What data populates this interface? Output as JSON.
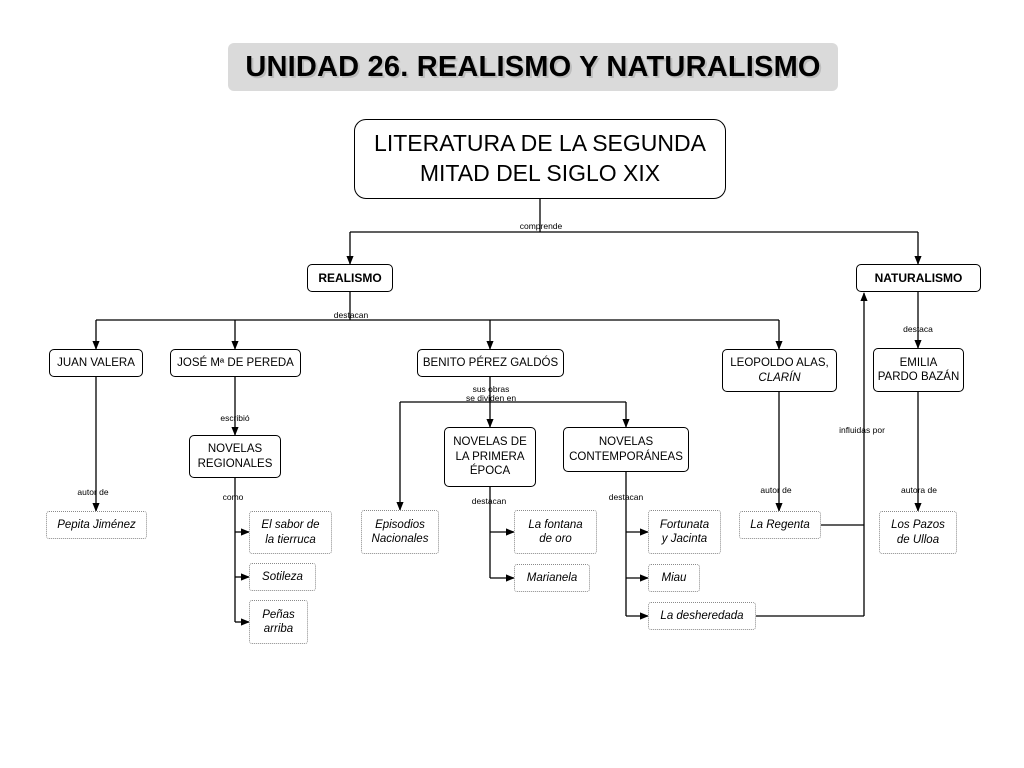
{
  "title": "UNIDAD 26. REALISMO Y NATURALISMO",
  "root": [
    "LITERATURA DE LA SEGUNDA",
    "MITAD DEL SIGLO XIX"
  ],
  "categories": {
    "realismo": "REALISMO",
    "naturalismo": "NATURALISMO"
  },
  "authors": {
    "valera": [
      "JUAN VALERA"
    ],
    "pereda": [
      "JOSÉ Mª DE PEREDA"
    ],
    "galdos": [
      "BENITO PÉREZ GALDÓS"
    ],
    "clarin": [
      "LEOPOLDO ALAS,",
      "CLARÍN"
    ],
    "pardo_bazan": [
      "EMILIA",
      "PARDO BAZÁN"
    ]
  },
  "groups": {
    "novelas_regionales": [
      "NOVELAS",
      "REGIONALES"
    ],
    "primera_epoca": [
      "NOVELAS DE",
      "LA PRIMERA",
      "ÉPOCA"
    ],
    "contemporaneas": [
      "NOVELAS",
      "CONTEMPORÁNEAS"
    ]
  },
  "works": {
    "pepita": [
      "Pepita Jiménez"
    ],
    "sabor": [
      "El sabor de",
      "la tierruca"
    ],
    "sotileza": [
      "Sotileza"
    ],
    "penas": [
      "Peñas",
      "arriba"
    ],
    "episodios": [
      "Episodios",
      "Nacionales"
    ],
    "fontana": [
      "La fontana",
      "de oro"
    ],
    "marianela": [
      "Marianela"
    ],
    "fortunata": [
      "Fortunata",
      "y Jacinta"
    ],
    "miau": [
      "Miau"
    ],
    "desheredada": [
      "La desheredada"
    ],
    "regenta": [
      "La Regenta"
    ],
    "pazos": [
      "Los Pazos",
      "de Ulloa"
    ]
  },
  "labels": {
    "comprende": [
      "comprende"
    ],
    "destacan_realismo": [
      "destacan"
    ],
    "destaca_naturalismo": [
      "destaca"
    ],
    "sus_obras": [
      "sus obras",
      "se dividen en"
    ],
    "escribio": [
      "escribió"
    ],
    "autor_de_valera": [
      "autor de"
    ],
    "como": [
      "como"
    ],
    "destacan_primera": [
      "destacan"
    ],
    "destacan_contemp": [
      "destacan"
    ],
    "autor_de_clarin": [
      "autor de"
    ],
    "influidas_por": [
      "influidas por"
    ],
    "autora_de": [
      "autora de"
    ]
  }
}
